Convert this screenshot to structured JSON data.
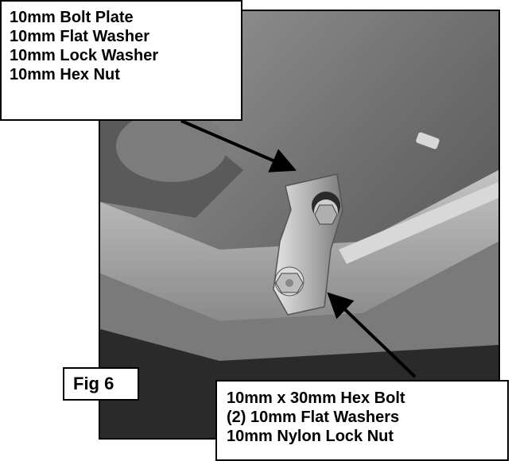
{
  "callouts": {
    "top_lines": [
      "10mm Bolt Plate",
      "10mm Flat Washer",
      "10mm Lock Washer",
      "10mm Hex Nut"
    ],
    "figure_label": "Fig 6",
    "bottom_lines": [
      "10mm x 30mm Hex Bolt",
      "(2) 10mm Flat Washers",
      "10mm Nylon Lock Nut"
    ]
  },
  "colors": {
    "text": "#000000",
    "box_background": "#ffffff",
    "border": "#000000"
  }
}
